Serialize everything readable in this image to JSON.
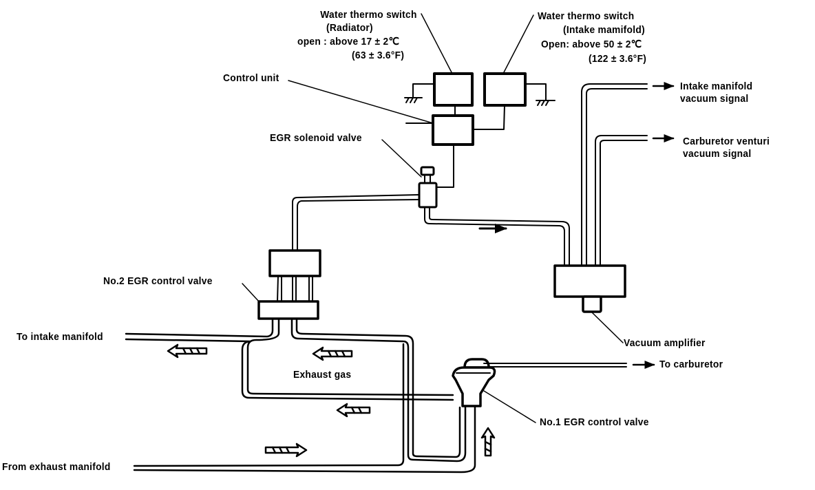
{
  "diagram": {
    "title": "EGR system vacuum circuit",
    "colors": {
      "line": "#000000",
      "background": "#ffffff"
    },
    "labels": {
      "radiator_switch": {
        "line1": "Water thermo switch",
        "line2": "(Radiator)",
        "line3": "open : above  17 ± 2℃",
        "line4": "(63 ± 3.6°F)"
      },
      "intake_switch": {
        "line1": "Water thermo switch",
        "line2": "(Intake mamifold)",
        "line3": "Open: above  50 ± 2℃",
        "line4": "(122 ± 3.6°F)"
      },
      "control_unit": "Control unit",
      "egr_solenoid_valve": "EGR solenoid valve",
      "intake_vacuum": {
        "line1": "Intake manifold",
        "line2": "vacuum signal"
      },
      "venturi_vacuum": {
        "line1": "Carburetor venturi",
        "line2": "vacuum signal"
      },
      "no2_egr_valve": "No.2 EGR control valve",
      "to_intake_manifold": "To intake manifold",
      "exhaust_gas": "Exhaust gas",
      "vacuum_amplifier": "Vacuum amplifier",
      "to_carburetor": "To carburetor",
      "no1_egr_valve": "No.1 EGR control valve",
      "from_exhaust_manifold": "From exhaust manifold"
    }
  }
}
